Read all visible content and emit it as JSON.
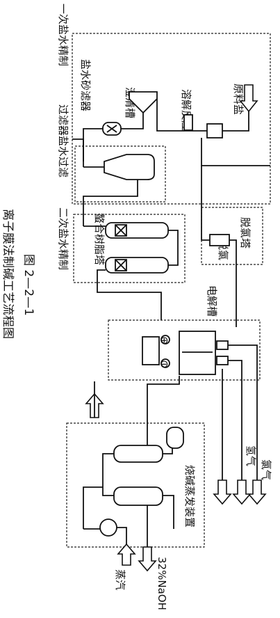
{
  "figure": {
    "number": "图 2—2—1",
    "title": "离子膜法制碱工艺流程图"
  },
  "sections": {
    "primary_brine": "一次盐水精制",
    "secondary_brine": "二次盐水精制",
    "dechlorination_tower": "脱氯塔",
    "electrolyzer": "电解槽",
    "evaporation": "烧碱蒸发装置"
  },
  "equipment": {
    "raw_salt": "原料盐",
    "dissolution_reaction": "溶解反应",
    "clarifier": "澄清槽",
    "brine_sand_filter": "盐水砂滤器",
    "filter_brine_filtration": "过滤器盐水过滤",
    "chelating_resin_tower": "螯合树脂塔",
    "dechlorination": "脱氯"
  },
  "streams": {
    "chlorine": "氯气",
    "hydrogen": "氢气",
    "steam": "蒸汽",
    "naoh_product": "32%NaOH"
  },
  "symbols": {
    "anode": "⊕",
    "cathode": "⊖"
  }
}
